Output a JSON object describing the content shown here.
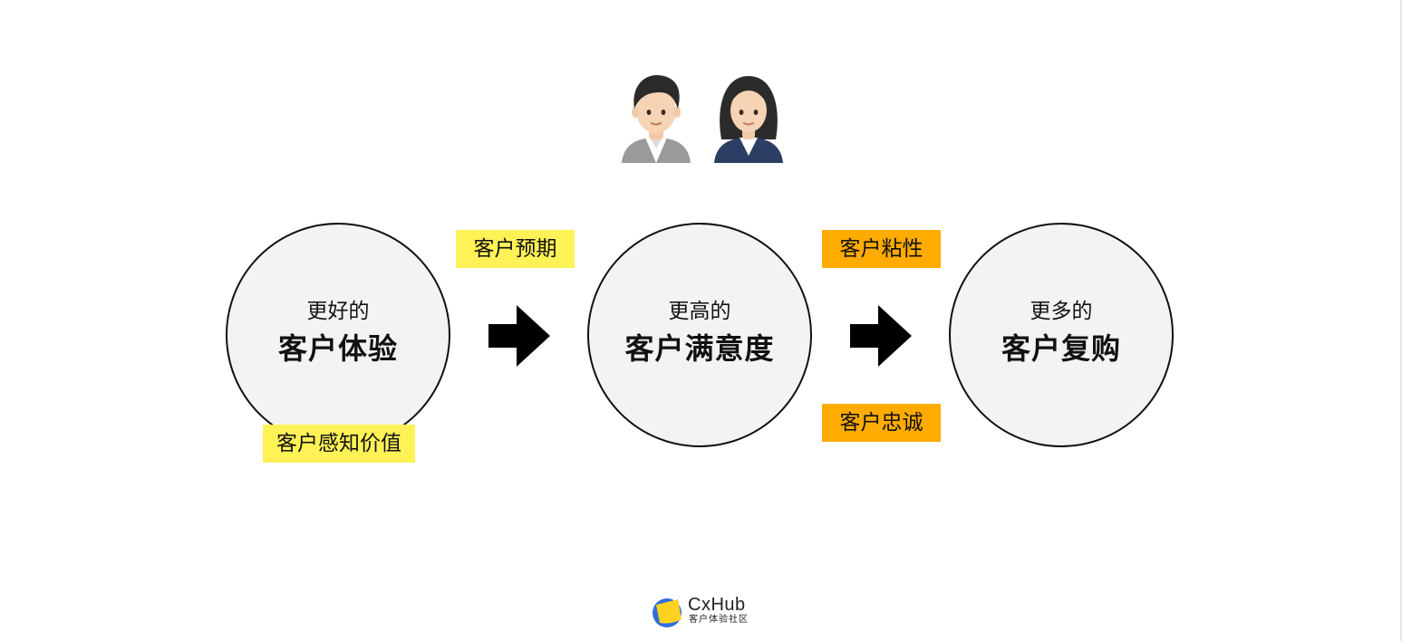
{
  "people": {
    "man_icon": "man-office-worker-icon",
    "woman_icon": "woman-office-worker-icon"
  },
  "circles": [
    {
      "prefix": "更好的",
      "title": "客户体验"
    },
    {
      "prefix": "更高的",
      "title": "客户满意度"
    },
    {
      "prefix": "更多的",
      "title": "客户复购"
    }
  ],
  "tags": {
    "perceived_value": "客户感知价值",
    "expectation": "客户预期",
    "stickiness": "客户粘性",
    "loyalty": "客户忠诚"
  },
  "colors": {
    "tag_yellow": "#fff257",
    "tag_orange": "#ffab00",
    "circle_fill": "#f3f3f3"
  },
  "logo": {
    "name": "CxHub",
    "subtitle": "客户体验社区"
  }
}
